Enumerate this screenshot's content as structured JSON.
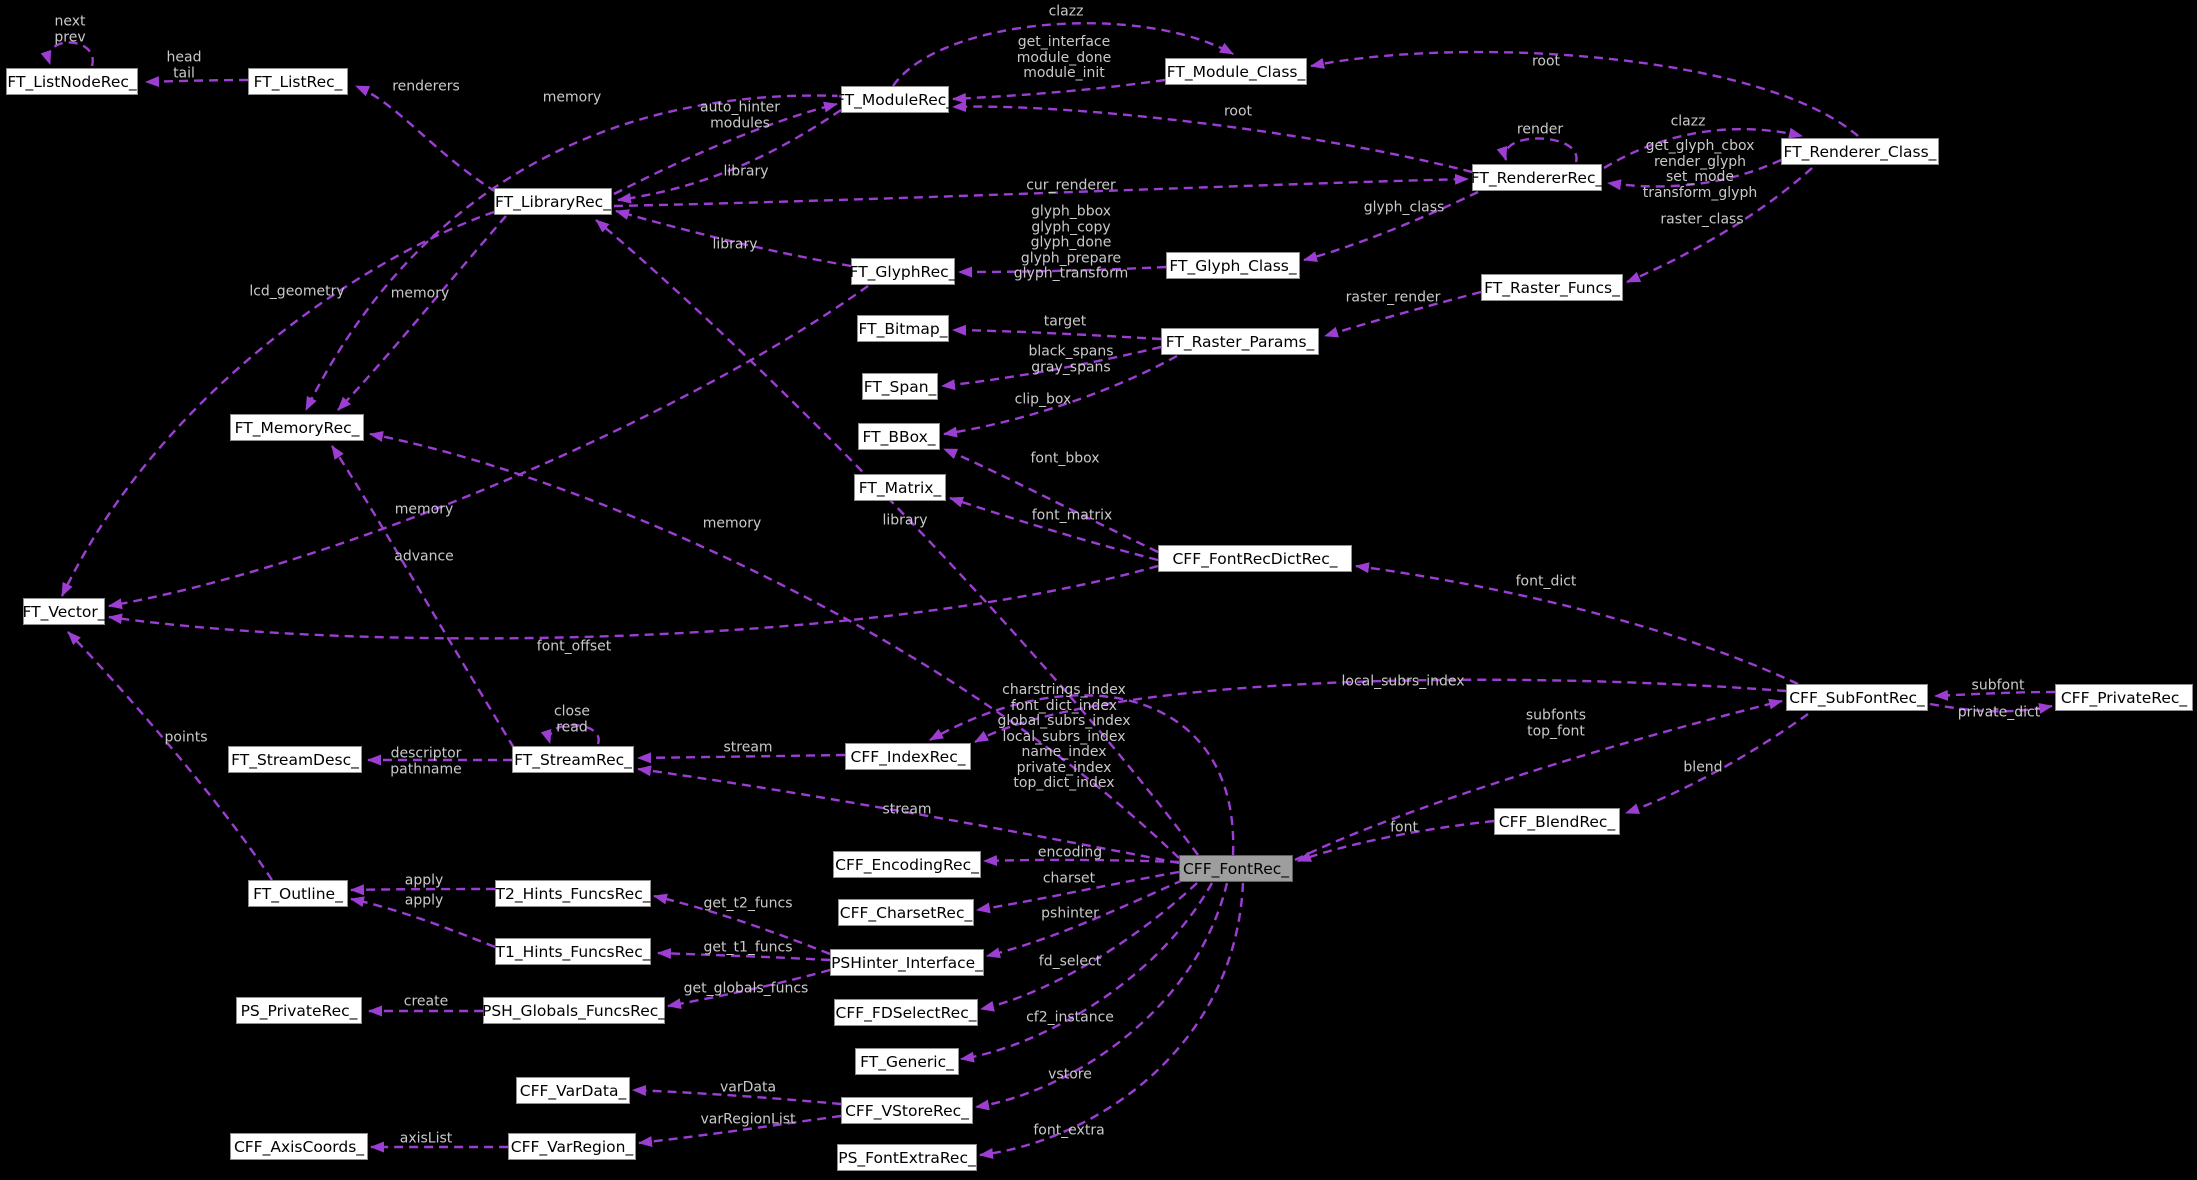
{
  "colors": {
    "background": "#000000",
    "edge": "#9d3ed3",
    "label_text": "#c9c9c9",
    "node_fill": "#ffffff",
    "node_border": "#8f8f8f",
    "node_text": "#000000",
    "main_fill": "#9e9e9e",
    "main_border": "#5f5f5f"
  },
  "nodes": [
    {
      "id": "ft-listnoderec",
      "label": "FT_ListNodeRec_"
    },
    {
      "id": "ft-listrec",
      "label": "FT_ListRec_"
    },
    {
      "id": "ft-modulerec",
      "label": "FT_ModuleRec_"
    },
    {
      "id": "ft-module-class",
      "label": "FT_Module_Class_"
    },
    {
      "id": "ft-renderer-class",
      "label": "FT_Renderer_Class_"
    },
    {
      "id": "ft-rendererrec",
      "label": "FT_RendererRec_"
    },
    {
      "id": "ft-libraryrec",
      "label": "FT_LibraryRec_"
    },
    {
      "id": "ft-glyphrec",
      "label": "FT_GlyphRec_"
    },
    {
      "id": "ft-glyph-class",
      "label": "FT_Glyph_Class_"
    },
    {
      "id": "ft-raster-funcs",
      "label": "FT_Raster_Funcs_"
    },
    {
      "id": "ft-bitmap",
      "label": "FT_Bitmap_"
    },
    {
      "id": "ft-raster-params",
      "label": "FT_Raster_Params_"
    },
    {
      "id": "ft-span",
      "label": "FT_Span_"
    },
    {
      "id": "ft-bbox",
      "label": "FT_BBox_"
    },
    {
      "id": "ft-matrix",
      "label": "FT_Matrix_"
    },
    {
      "id": "ft-memoryrec",
      "label": "FT_MemoryRec_"
    },
    {
      "id": "cff-fontrecdictrec",
      "label": "CFF_FontRecDictRec_"
    },
    {
      "id": "ft-vector",
      "label": "FT_Vector_"
    },
    {
      "id": "cff-subfontrec",
      "label": "CFF_SubFontRec_"
    },
    {
      "id": "cff-privaterec",
      "label": "CFF_PrivateRec_"
    },
    {
      "id": "ft-streamdesc",
      "label": "FT_StreamDesc_"
    },
    {
      "id": "ft-streamrec",
      "label": "FT_StreamRec_"
    },
    {
      "id": "cff-indexrec",
      "label": "CFF_IndexRec_"
    },
    {
      "id": "cff-fontrec",
      "label": "CFF_FontRec_"
    },
    {
      "id": "cff-blendrec",
      "label": "CFF_BlendRec_"
    },
    {
      "id": "ft-outline",
      "label": "FT_Outline_"
    },
    {
      "id": "t2-hints-funcsrec",
      "label": "T2_Hints_FuncsRec_"
    },
    {
      "id": "t1-hints-funcsrec",
      "label": "T1_Hints_FuncsRec_"
    },
    {
      "id": "pshinter-interface",
      "label": "PSHinter_Interface_"
    },
    {
      "id": "ps-privaterec",
      "label": "PS_PrivateRec_"
    },
    {
      "id": "psh-globals-funcsrec",
      "label": "PSH_Globals_FuncsRec_"
    },
    {
      "id": "cff-encodingrec",
      "label": "CFF_EncodingRec_"
    },
    {
      "id": "cff-charsetrec",
      "label": "CFF_CharsetRec_"
    },
    {
      "id": "cff-fdselectrec",
      "label": "CFF_FDSelectRec_"
    },
    {
      "id": "ft-generic",
      "label": "FT_Generic_"
    },
    {
      "id": "cff-vstorerec",
      "label": "CFF_VStoreRec_"
    },
    {
      "id": "ps-fontextrarec",
      "label": "PS_FontExtraRec_"
    },
    {
      "id": "cff-vardata",
      "label": "CFF_VarData_"
    },
    {
      "id": "cff-varregion",
      "label": "CFF_VarRegion_"
    },
    {
      "id": "cff-axiscoords",
      "label": "CFF_AxisCoords_"
    }
  ],
  "edge_labels": [
    {
      "text": "next\nprev"
    },
    {
      "text": "head\ntail"
    },
    {
      "text": "renderers"
    },
    {
      "text": "memory"
    },
    {
      "text": "clazz"
    },
    {
      "text": "get_interface\nmodule_done\nmodule_init"
    },
    {
      "text": "root"
    },
    {
      "text": "root"
    },
    {
      "text": "auto_hinter\nmodules"
    },
    {
      "text": "render"
    },
    {
      "text": "clazz"
    },
    {
      "text": "get_glyph_cbox\nrender_glyph\nset_mode\ntransform_glyph"
    },
    {
      "text": "library"
    },
    {
      "text": "cur_renderer"
    },
    {
      "text": "raster_class"
    },
    {
      "text": "lcd_geometry"
    },
    {
      "text": "memory"
    },
    {
      "text": "library"
    },
    {
      "text": "glyph_bbox\nglyph_copy\nglyph_done\nglyph_prepare\nglyph_transform"
    },
    {
      "text": "glyph_class"
    },
    {
      "text": "raster_render"
    },
    {
      "text": "target"
    },
    {
      "text": "black_spans\ngray_spans"
    },
    {
      "text": "clip_box"
    },
    {
      "text": "font_bbox"
    },
    {
      "text": "font_matrix"
    },
    {
      "text": "library"
    },
    {
      "text": "memory"
    },
    {
      "text": "memory"
    },
    {
      "text": "advance"
    },
    {
      "text": "font_dict"
    },
    {
      "text": "font_offset"
    },
    {
      "text": "points"
    },
    {
      "text": "close\nread"
    },
    {
      "text": "descriptor\npathname"
    },
    {
      "text": "stream"
    },
    {
      "text": "charstrings_index\nfont_dict_index\nglobal_subrs_index\nlocal_subrs_index\nname_index\nprivate_index\ntop_dict_index"
    },
    {
      "text": "local_subrs_index"
    },
    {
      "text": "subfonts\ntop_font"
    },
    {
      "text": "subfont"
    },
    {
      "text": "private_dict"
    },
    {
      "text": "blend"
    },
    {
      "text": "stream"
    },
    {
      "text": "font"
    },
    {
      "text": "encoding"
    },
    {
      "text": "charset"
    },
    {
      "text": "pshinter"
    },
    {
      "text": "fd_select"
    },
    {
      "text": "cf2_instance"
    },
    {
      "text": "vstore"
    },
    {
      "text": "font_extra"
    },
    {
      "text": "apply"
    },
    {
      "text": "apply"
    },
    {
      "text": "get_t2_funcs"
    },
    {
      "text": "get_t1_funcs"
    },
    {
      "text": "get_globals_funcs"
    },
    {
      "text": "create"
    },
    {
      "text": "varData"
    },
    {
      "text": "varRegionList"
    },
    {
      "text": "axisList"
    }
  ]
}
